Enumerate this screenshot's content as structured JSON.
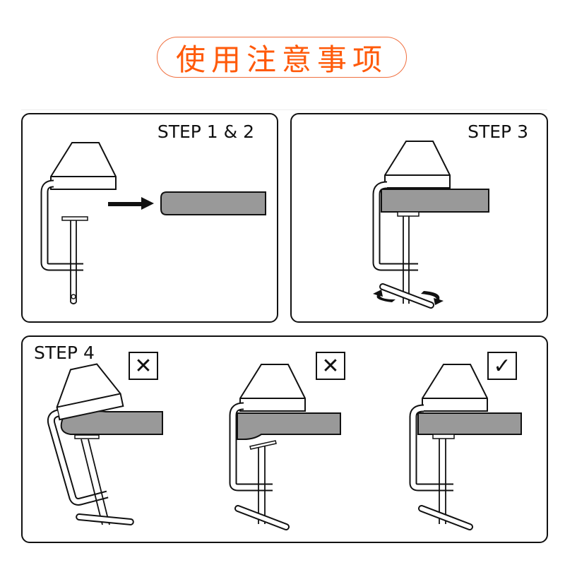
{
  "title": "使用注意事项",
  "panels": [
    {
      "label": "STEP 1 & 2"
    },
    {
      "label": "STEP 3"
    },
    {
      "label": "STEP 4",
      "examples": [
        {
          "mark": "✕",
          "status": "wrong"
        },
        {
          "mark": "✕",
          "status": "wrong"
        },
        {
          "mark": "✓",
          "status": "correct"
        }
      ]
    }
  ],
  "colors": {
    "accent": "#ff5a0a",
    "table": "#999999"
  }
}
